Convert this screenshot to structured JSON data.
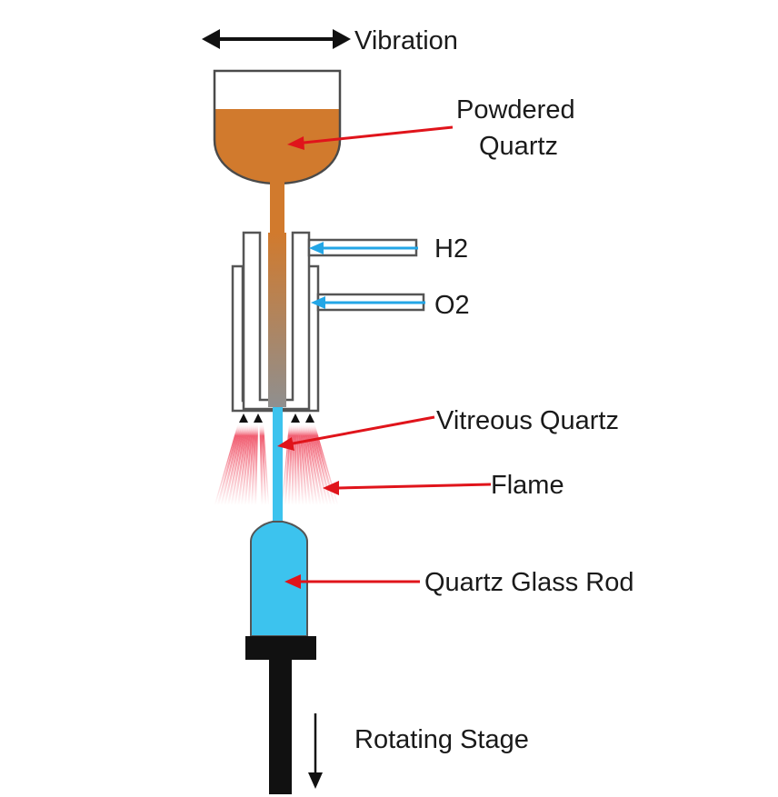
{
  "labels": {
    "vibration": "Vibration",
    "powdered_line1": "Powdered",
    "powdered_line2": "Quartz",
    "h2": "H2",
    "o2": "O2",
    "vitreous": "Vitreous Quartz",
    "flame": "Flame",
    "rod": "Quartz Glass Rod",
    "stage": "Rotating Stage"
  },
  "colors": {
    "powder": "#d17a2d",
    "glass": "#3cc3ee",
    "flame": "#f0566a",
    "pointer_arrow": "#e0141b",
    "gas_arrow": "#23a6e6",
    "outline": "#4a4a4a",
    "stage": "#111111"
  }
}
